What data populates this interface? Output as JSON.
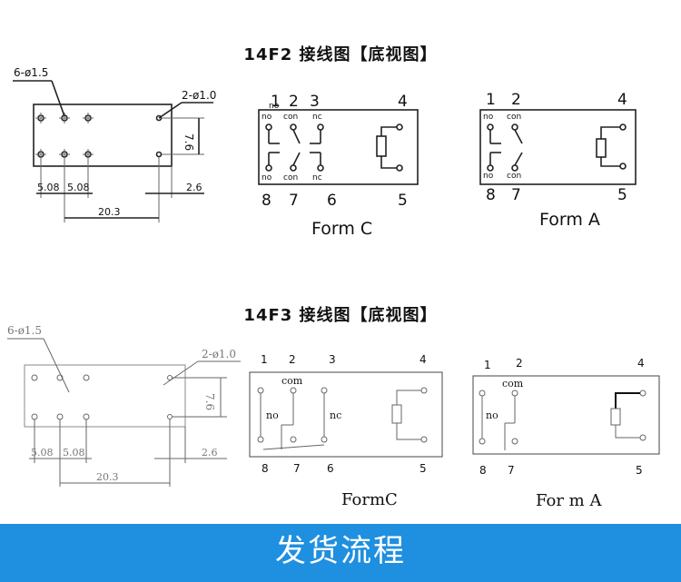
{
  "section1": {
    "title": "14F2 接线图【底视图】",
    "dims": {
      "holes": "6-ø1.5",
      "holes2": "2-ø1.0",
      "height": "7.6",
      "pitch1": "5.08",
      "pitch2": "5.08",
      "length": "20.3",
      "offset": "2.6"
    },
    "formC": {
      "pins_top": [
        "1",
        "2",
        "3",
        "4"
      ],
      "pins_bottom": [
        "8",
        "7",
        "6",
        "5"
      ],
      "labels": [
        "no",
        "con",
        "nc",
        "no",
        "con",
        "nc"
      ],
      "caption": "Form C"
    },
    "formA": {
      "pins_top": [
        "1",
        "2",
        "4"
      ],
      "pins_bottom": [
        "8",
        "7",
        "5"
      ],
      "labels": [
        "no",
        "con",
        "no",
        "con"
      ],
      "caption": "Form A"
    }
  },
  "section2": {
    "title": "14F3 接线图【底视图】",
    "dims": {
      "holes": "6-ø1.5",
      "holes2": "2-ø1.0",
      "height": "7.6",
      "pitch1": "5.08",
      "pitch2": "5.08",
      "length": "20.3",
      "offset": "2.6"
    },
    "formC": {
      "pins_top": [
        "1",
        "2",
        "3",
        "4"
      ],
      "pins_bottom": [
        "8",
        "7",
        "6",
        "5"
      ],
      "labels": [
        "com",
        "no",
        "nc"
      ],
      "caption": "FormC"
    },
    "formA": {
      "pins_top": [
        "1",
        "2",
        "4"
      ],
      "pins_bottom": [
        "8",
        "7",
        "5"
      ],
      "labels": [
        "com",
        "no"
      ],
      "caption": "For m A"
    }
  },
  "banner": {
    "text": "发货流程",
    "color": "#1f8fe0"
  }
}
